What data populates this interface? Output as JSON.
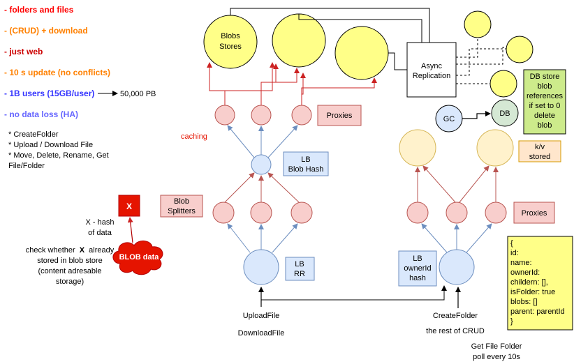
{
  "requirements": {
    "items": [
      {
        "text": "- folders and files",
        "color": "#ff0000"
      },
      {
        "text": "- (CRUD) + download",
        "color": "#ff8000"
      },
      {
        "text": "- just web",
        "color": "#cc0000"
      },
      {
        "text": "- 10 s update (no conflicts)",
        "color": "#ff8000"
      },
      {
        "text": "- 1B users (15GB/user)",
        "color": "#3333ff"
      },
      {
        "text": "- no data loss (HA)",
        "color": "#6666ff"
      }
    ],
    "storage_estimate": "50,000 PB"
  },
  "operations": [
    "* CreateFolder",
    "* Upload / Download File",
    "* Move, Delete, Rename, Get",
    "File/Folder"
  ],
  "blob": {
    "stores_label": [
      "Blobs",
      "Stores"
    ],
    "proxies_label": "Proxies",
    "caching_label": "caching",
    "lb_hash_label": [
      "LB",
      "Blob Hash"
    ],
    "splitters_label": [
      "Blob",
      "Splitters"
    ],
    "lb_rr_label": [
      "LB",
      "RR"
    ],
    "x_label": "X",
    "hash_note": [
      "X - hash",
      "of data"
    ],
    "dedupe_note": [
      "check whether",
      "X",
      "already",
      "stored in blob store",
      "(content adresable",
      "storage)"
    ],
    "cloud_label": "BLOB data",
    "upload_label": "UploadFile",
    "download_label": "DownloadFile"
  },
  "replication": {
    "label": [
      "Async",
      "Replication"
    ]
  },
  "metadata": {
    "gc_label": "GC",
    "db_label": "DB",
    "db_note": [
      "DB store",
      "blob",
      "references",
      "if set to 0",
      "delete",
      "blob"
    ],
    "kv_label": [
      "k/v",
      "stored"
    ],
    "proxies_label": "Proxies",
    "lb_label": [
      "LB",
      "ownerId",
      "hash"
    ],
    "create_label": "CreateFolder",
    "crud_label": "the rest of CRUD",
    "poll_label": [
      "Get File Folder",
      "poll every 10s"
    ],
    "schema_lines": [
      "{",
      "id:",
      "name:",
      "ownerId:",
      "childern: [],",
      "isFolder: true",
      "blobs: []",
      "parent: parentId",
      "}"
    ]
  },
  "colors": {
    "store_fill": "#ffff88",
    "proxy_fill": "#f8cecc",
    "proxy_stroke": "#b85450",
    "lb_fill": "#dae8fc",
    "lb_stroke": "#6c8ebf",
    "kv_fill": "#fff2cc",
    "kv_stroke": "#d6b656",
    "db_fill": "#d5e8d4",
    "db_stroke": "#82b366",
    "red_arrow": "#b85450",
    "blue_arrow": "#6c8ebf",
    "red": "#e51400"
  }
}
